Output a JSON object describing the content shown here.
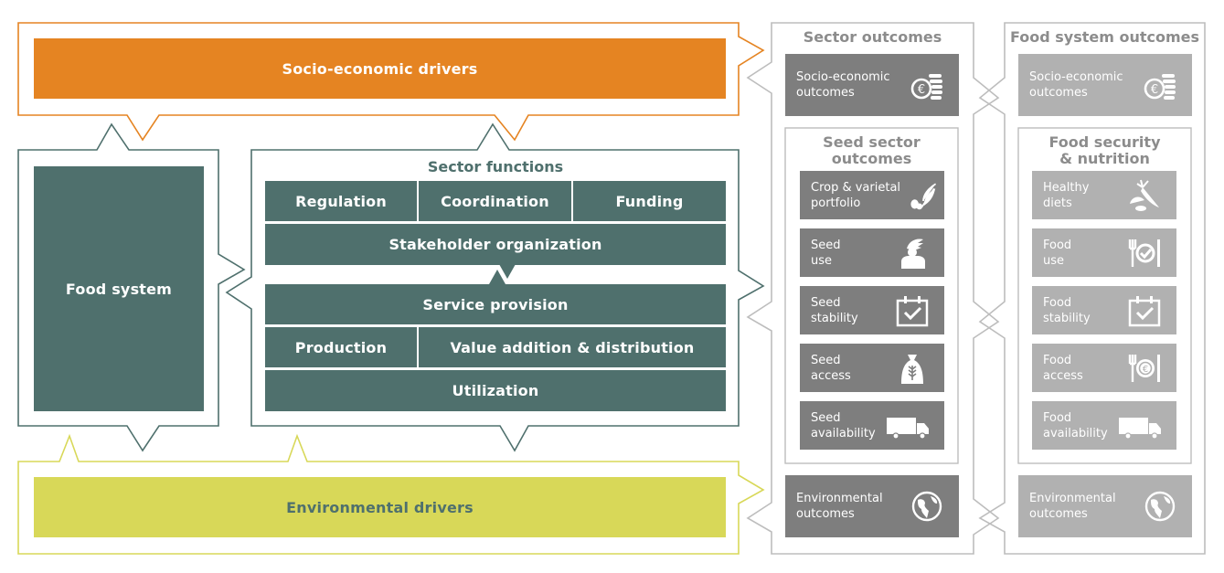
{
  "colors": {
    "socio_economic": "#e58422",
    "environmental": "#d8d858",
    "system_teal": "#4f706d",
    "sector_outcome_box": "#7e7e7e",
    "food_outcome_box": "#b1b1b1",
    "outline_gray": "#bdbdbd"
  },
  "drivers": {
    "socio_economic": "Socio-economic drivers",
    "environmental": "Environmental drivers"
  },
  "food_system": {
    "label": "Food system"
  },
  "sector_functions": {
    "title": "Sector functions",
    "row1": [
      "Regulation",
      "Coordination",
      "Funding"
    ],
    "stakeholder": "Stakeholder organization",
    "service": "Service provision",
    "row2": [
      "Production",
      "Value addition & distribution"
    ],
    "utilization": "Utilization"
  },
  "sector_outcomes": {
    "title": "Sector outcomes",
    "socio_economic": {
      "line1": "Socio-economic",
      "line2": "outcomes",
      "icon": "euro-coins-icon"
    },
    "seed_sector": {
      "title_line1": "Seed sector",
      "title_line2": "outcomes",
      "items": [
        {
          "line1": "Crop & varietal",
          "line2": "portfolio",
          "icon": "crops-icon"
        },
        {
          "line1": "Seed",
          "line2": "use",
          "icon": "hand-sowing-icon"
        },
        {
          "line1": "Seed",
          "line2": "stability",
          "icon": "calendar-check-icon"
        },
        {
          "line1": "Seed",
          "line2": "access",
          "icon": "seed-bag-icon"
        },
        {
          "line1": "Seed",
          "line2": "availability",
          "icon": "truck-icon"
        }
      ]
    },
    "environmental": {
      "line1": "Environmental",
      "line2": "outcomes",
      "icon": "globe-icon"
    }
  },
  "food_system_outcomes": {
    "title": "Food system outcomes",
    "socio_economic": {
      "line1": "Socio-economic",
      "line2": "outcomes",
      "icon": "euro-coins-icon"
    },
    "food_security": {
      "title_line1": "Food security",
      "title_line2": "& nutrition",
      "items": [
        {
          "line1": "Healthy",
          "line2": "diets",
          "icon": "vegetables-icon"
        },
        {
          "line1": "Food",
          "line2": "use",
          "icon": "plate-check-icon"
        },
        {
          "line1": "Food",
          "line2": "stability",
          "icon": "calendar-check-icon"
        },
        {
          "line1": "Food",
          "line2": "access",
          "icon": "plate-euro-icon"
        },
        {
          "line1": "Food",
          "line2": "availability",
          "icon": "truck-icon"
        }
      ]
    },
    "environmental": {
      "line1": "Environmental",
      "line2": "outcomes",
      "icon": "globe-icon"
    }
  }
}
